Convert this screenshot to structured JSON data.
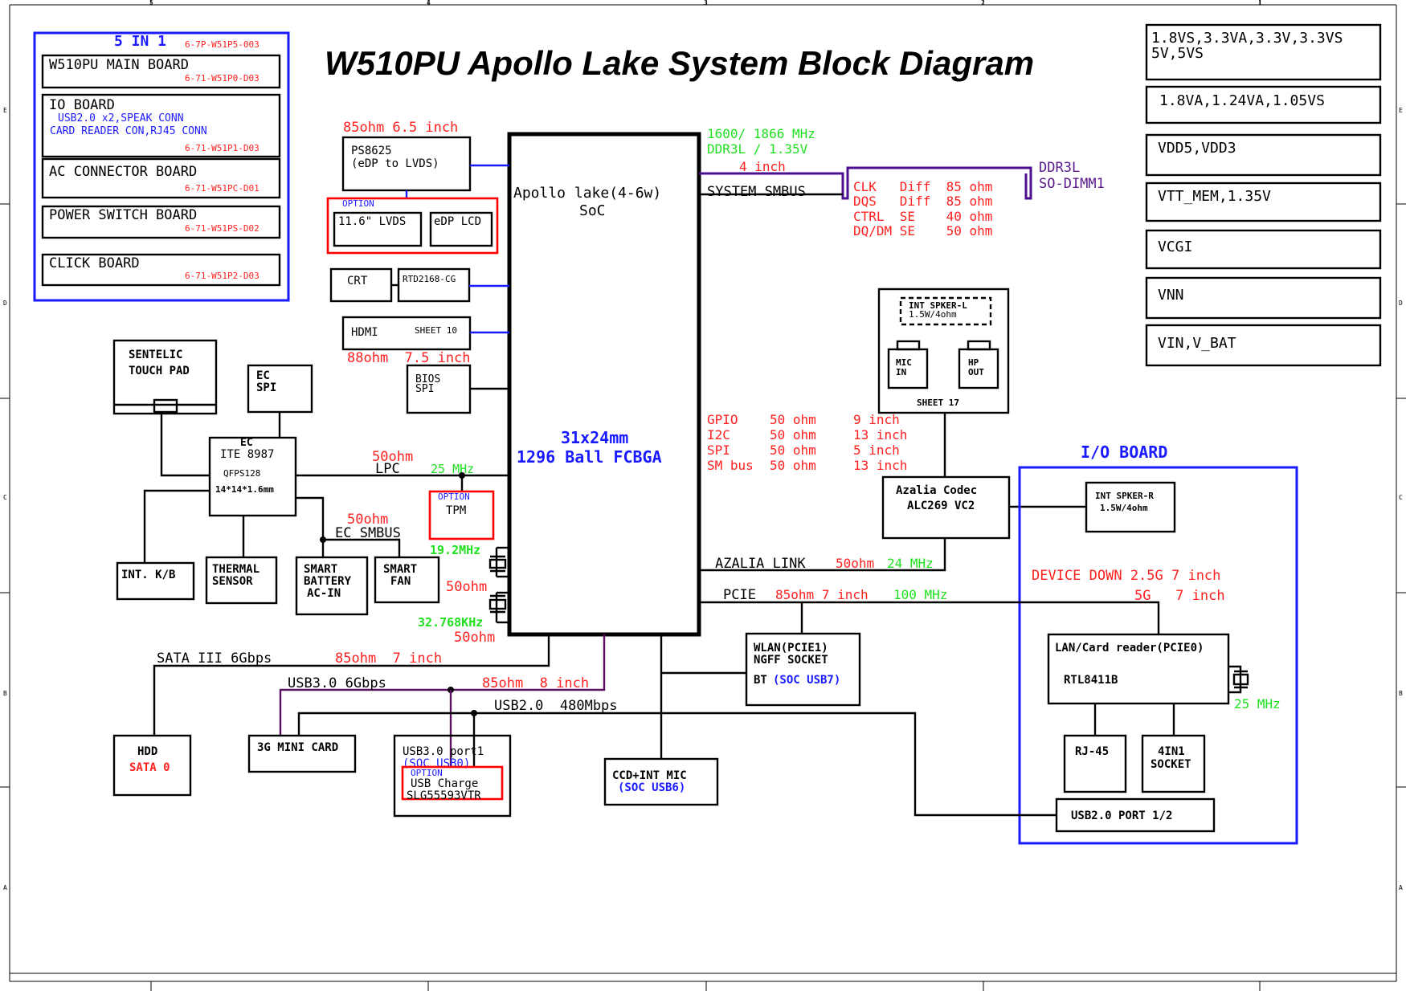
{
  "title": "W510PU Apollo Lake System Block Diagram",
  "board_list": {
    "header": "5 IN 1",
    "header_code": "6-7P-W51P5-003",
    "boards": [
      {
        "name": "W510PU MAIN BOARD",
        "code": "6-71-W51P0-D03"
      },
      {
        "name": "IO BOARD",
        "sub1": "USB2.0 x2,SPEAK CONN",
        "sub2": "CARD READER CON,RJ45 CONN",
        "code": "6-71-W51P1-D03"
      },
      {
        "name": "AC CONNECTOR BOARD",
        "code": "6-71-W51PC-D01"
      },
      {
        "name": "POWER SWITCH BOARD",
        "code": "6-71-W51PS-D02"
      },
      {
        "name": "CLICK BOARD",
        "code": "6-71-W51P2-D03"
      }
    ]
  },
  "power_rails": [
    {
      "line1": "1.8VS,3.3VA,3.3V,3.3VS",
      "line2": "5V,5VS"
    },
    {
      "line1": "1.8VA,1.24VA,1.05VS",
      "line2": ""
    },
    {
      "line1": "VDD5,VDD3",
      "line2": ""
    },
    {
      "line1": "VTT_MEM,1.35V",
      "line2": ""
    },
    {
      "line1": "VCGI",
      "line2": ""
    },
    {
      "line1": "VNN",
      "line2": ""
    },
    {
      "line1": "VIN,V_BAT",
      "line2": ""
    }
  ],
  "soc": {
    "name1": "Apollo lake(4-6w)",
    "name2": "SoC",
    "pkg1": "31x24mm",
    "pkg2": "1296 Ball FCBGA"
  },
  "display": {
    "ps_trace": "85ohm 6.5 inch",
    "ps_name": "PS8625",
    "ps_desc": "(eDP to LVDS)",
    "option": "OPTION",
    "lvds": "11.6\" LVDS",
    "edp": "eDP LCD",
    "crt": "CRT",
    "rtd": "RTD2168-CG",
    "hdmi": "HDMI",
    "hdmi_sheet": "SHEET 10",
    "hdmi_trace": "88ohm  7.5 inch",
    "bios1": "BIOS",
    "bios2": "SPI"
  },
  "memory": {
    "freq": "1600/ 1866 MHz",
    "type": "DDR3L / 1.35V",
    "len": "4 inch",
    "smbus": "SYSTEM SMBUS",
    "specs": [
      "CLK   Diff  85 ohm",
      "DQS   Diff  85 ohm",
      "CTRL  SE    40 ohm",
      "DQ/DM SE    50 ohm"
    ],
    "dimm1": "DDR3L",
    "dimm2": "SO-DIMM1"
  },
  "ec": {
    "touchpad1": "SENTELIC",
    "touchpad2": "TOUCH PAD",
    "ecspi1": "EC",
    "ecspi2": "SPI",
    "ec_title": "EC",
    "ec_chip": "ITE 8987",
    "ec_pkg": "QFPS128",
    "ec_size": "14*14*1.6mm",
    "lpc_ohm": "50ohm",
    "lpc": "LPC",
    "lpc_freq": "25 MHz",
    "tpm_option": "OPTION",
    "tpm": "TPM",
    "smbus_ohm": "50ohm",
    "smbus": "EC SMBUS",
    "kb": "INT. K/B",
    "thermal1": "THERMAL",
    "thermal2": "SENSOR",
    "batt1": "SMART",
    "batt2": "BATTERY",
    "batt3": "AC-IN",
    "fan1": "SMART",
    "fan2": "FAN",
    "xtal1_freq": "19.2MHz",
    "xtal_ohm1": "50ohm",
    "xtal2_freq": "32.768KHz",
    "xtal_ohm2": "50ohm"
  },
  "audio": {
    "spk_l1": "INT SPKER-L",
    "spk_l2": "1.5W/4ohm",
    "mic1": "MIC",
    "mic2": "IN",
    "hp1": "HP",
    "hp2": "OUT",
    "sheet": "SHEET 17",
    "codec1": "Azalia Codec",
    "codec2": "ALC269 VC2",
    "spk_r1": "INT SPKER-R",
    "spk_r2": "1.5W/4ohm",
    "azalia": "AZALIA LINK",
    "azalia_ohm": "50ohm",
    "azalia_freq": "24 MHz"
  },
  "gpio_specs": [
    {
      "name": "GPIO",
      "ohm": "50 ohm",
      "len": "9 inch"
    },
    {
      "name": "I2C",
      "ohm": "50 ohm",
      "len": "13 inch"
    },
    {
      "name": "SPI",
      "ohm": "50 ohm",
      "len": "5 inch"
    },
    {
      "name": "SM bus",
      "ohm": "50 ohm",
      "len": "13 inch"
    }
  ],
  "io_board": {
    "title": "I/O BOARD",
    "dd1": "DEVICE DOWN 2.5G 7 inch",
    "dd2": "5G   7 inch",
    "lan1": "LAN/Card reader(PCIE0)",
    "lan2": "RTL8411B",
    "lan_freq": "25 MHz",
    "rj45": "RJ-45",
    "sock1": "4IN1",
    "sock2": "SOCKET",
    "usb_port": "USB2.0 PORT 1/2"
  },
  "pcie": {
    "label": "PCIE",
    "ohm": "85ohm 7 inch",
    "freq": "100 MHz",
    "wlan1": "WLAN(PCIE1)",
    "wlan2": "NGFF SOCKET",
    "bt": "BT",
    "bt_usb": "(SOC USB7)"
  },
  "storage": {
    "sata": "SATA III 6Gbps",
    "sata_ohm": "85ohm  7 inch",
    "usb3": "USB3.0 6Gbps",
    "usb3_ohm": "85ohm  8 inch",
    "usb2": "USB2.0  480Mbps",
    "hdd": "HDD",
    "hdd_sata": "SATA 0",
    "mini": "3G MINI CARD",
    "usb3port1": "USB3.0 port1",
    "usb3port2": "(SOC USB0)",
    "charge_option": "OPTION",
    "charge1": "USB Charge",
    "charge2": "SLG55593VTR",
    "ccd1": "CCD+INT MIC",
    "ccd2": "(SOC USB6)"
  },
  "frame": {
    "cols_top": [
      "5",
      "4",
      "3",
      "2",
      "1"
    ],
    "rows": [
      "E",
      "D",
      "C",
      "B",
      "A"
    ]
  }
}
